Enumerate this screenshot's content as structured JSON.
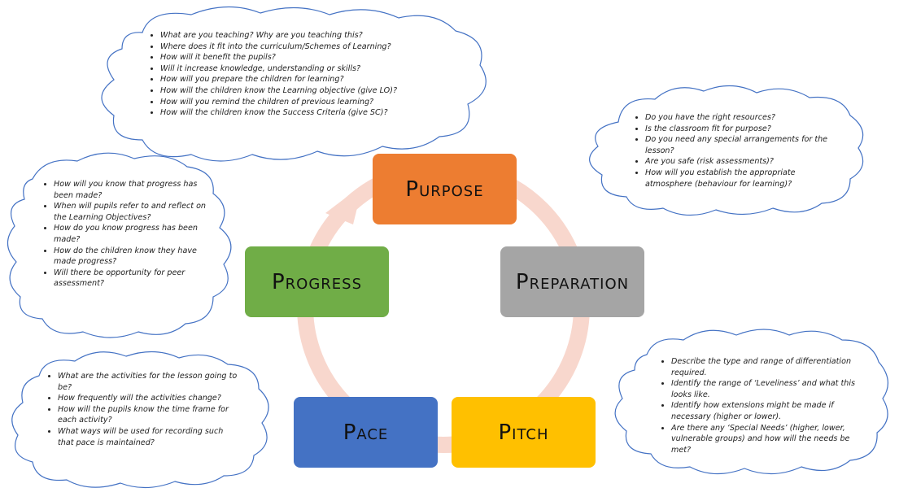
{
  "colors": {
    "purpose": "#ed7d31",
    "preparation": "#a5a5a5",
    "pitch": "#ffc000",
    "pace": "#4472c4",
    "progress": "#70ad47",
    "cycle_arrow": "#f8d7cd",
    "cloud_stroke": "#4472c4"
  },
  "boxes": {
    "purpose": "Purpose",
    "preparation": "Preparation",
    "pitch": "Pitch",
    "pace": "Pace",
    "progress": "Progress"
  },
  "clouds": {
    "purpose": [
      "What are you teaching? Why are you teaching this?",
      "Where does it fit into the curriculum/Schemes of Learning?",
      "How will it benefit the pupils?",
      "Will it increase knowledge, understanding or skills?",
      "How will you prepare the children for learning?",
      "How will the children know the Learning objective (give LO)?",
      "How will you remind the children of previous learning?",
      "How will the children know the Success Criteria (give SC)?"
    ],
    "preparation": [
      "Do you have the right resources?",
      "Is the classroom fit for purpose?",
      "Do you need any special arrangements for the lesson?",
      "Are you safe (risk assessments)?",
      "How will you establish the appropriate atmosphere (behaviour for learning)?"
    ],
    "progress": [
      "How will you know that progress has been made?",
      "When will pupils refer to and reflect on the Learning Objectives?",
      "How do you know progress has been made?",
      "How do the children know they have made progress?",
      "Will there be opportunity for peer assessment?"
    ],
    "pace": [
      "What are the activities for the lesson going to be?",
      "How frequently will the activities change?",
      "How will the pupils know the time frame for each activity?",
      "What ways will be used for recording such that pace is maintained?"
    ],
    "pitch": [
      "Describe the type and range of differentiation required.",
      "Identify the range of ‘Leveliness’ and what this looks like.",
      "Identify how extensions might be made if necessary (higher or lower).",
      "Are there any ‘Special Needs’ (higher, lower, vulnerable groups) and how will the needs be met?"
    ]
  }
}
